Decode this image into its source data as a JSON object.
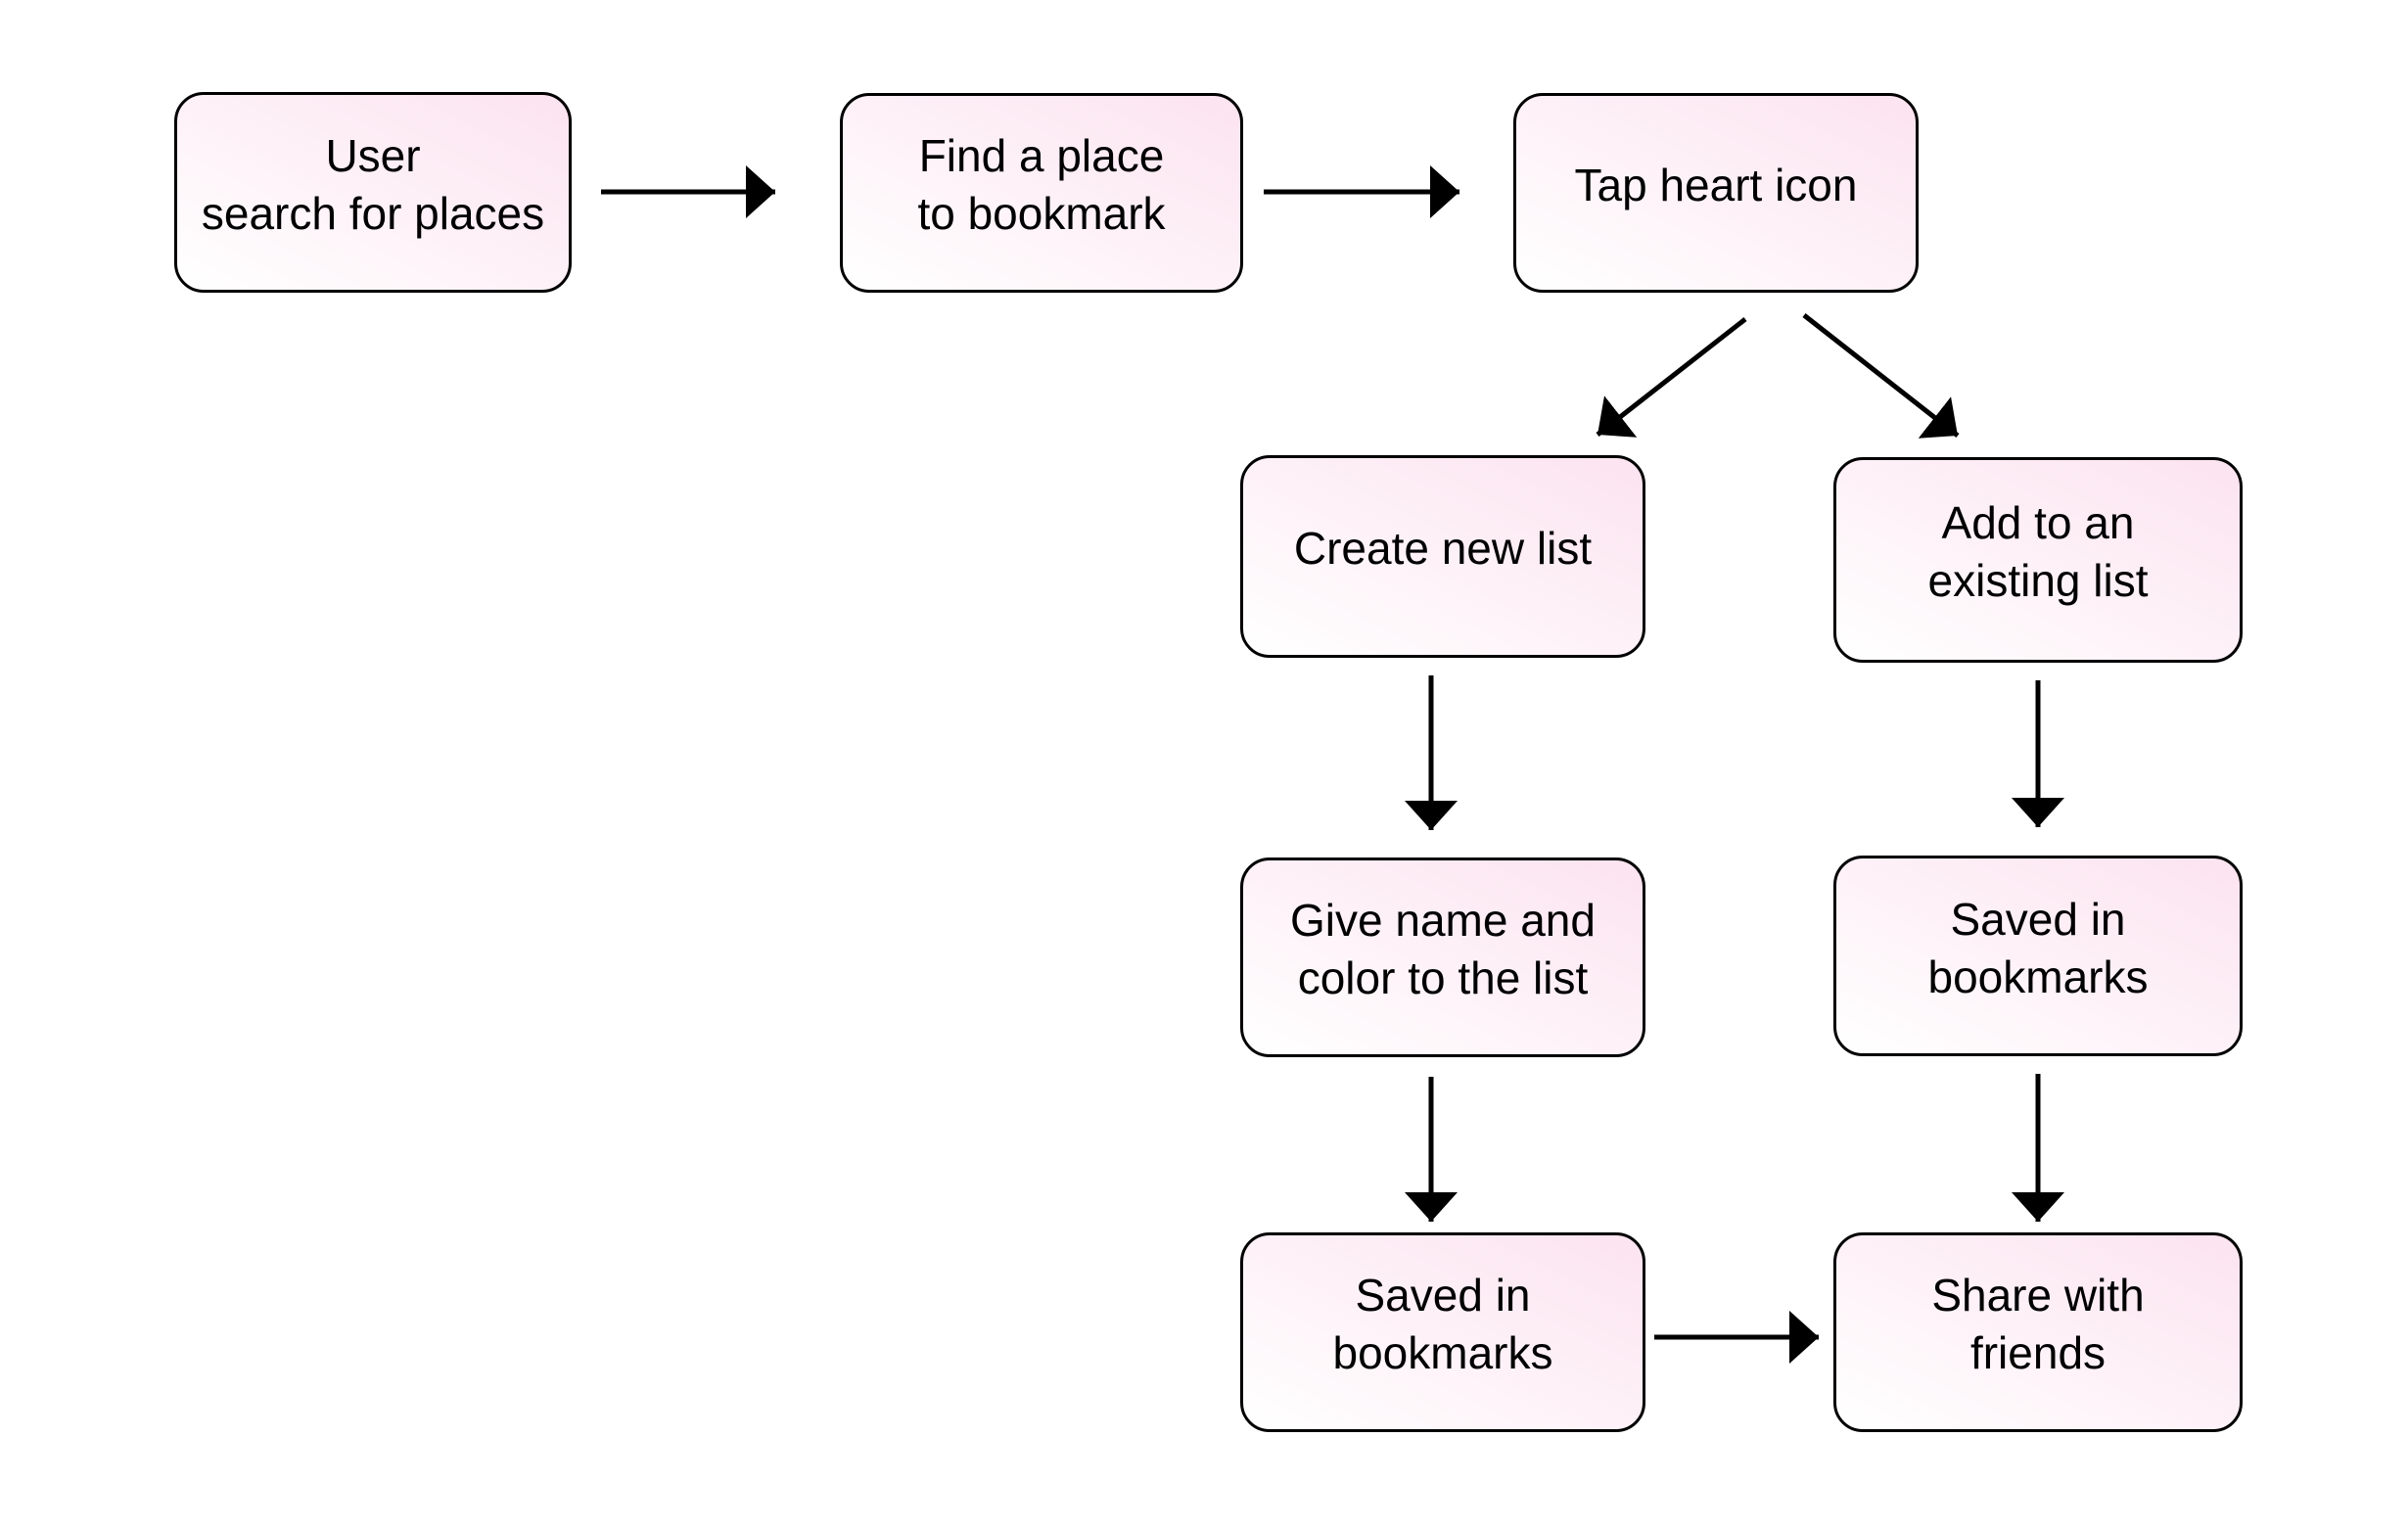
{
  "diagram": {
    "colors": {
      "background": "#ffffff",
      "node-fill-start": "#ffffff",
      "node-fill-end": "#fce4f0",
      "node-border": "#000000",
      "text": "#000000",
      "arrow": "#000000"
    },
    "nodes": [
      {
        "id": "user-search",
        "label": "User\nsearch for places"
      },
      {
        "id": "find-place",
        "label": "Find a place\nto bookmark"
      },
      {
        "id": "tap-heart",
        "label": "Tap heart icon"
      },
      {
        "id": "create-list",
        "label": "Create new list"
      },
      {
        "id": "add-existing",
        "label": "Add to an\nexisting list"
      },
      {
        "id": "give-name-color",
        "label": "Give name and\ncolor to the list"
      },
      {
        "id": "saved-bookmarks-right",
        "label": "Saved in\nbookmarks"
      },
      {
        "id": "saved-bookmarks-left",
        "label": "Saved in\nbookmarks"
      },
      {
        "id": "share-friends",
        "label": "Share with\nfriends"
      }
    ],
    "edges": [
      {
        "from": "user-search",
        "to": "find-place"
      },
      {
        "from": "find-place",
        "to": "tap-heart"
      },
      {
        "from": "tap-heart",
        "to": "create-list"
      },
      {
        "from": "tap-heart",
        "to": "add-existing"
      },
      {
        "from": "create-list",
        "to": "give-name-color"
      },
      {
        "from": "add-existing",
        "to": "saved-bookmarks-right"
      },
      {
        "from": "give-name-color",
        "to": "saved-bookmarks-left"
      },
      {
        "from": "saved-bookmarks-right",
        "to": "share-friends"
      },
      {
        "from": "saved-bookmarks-left",
        "to": "share-friends"
      }
    ]
  }
}
